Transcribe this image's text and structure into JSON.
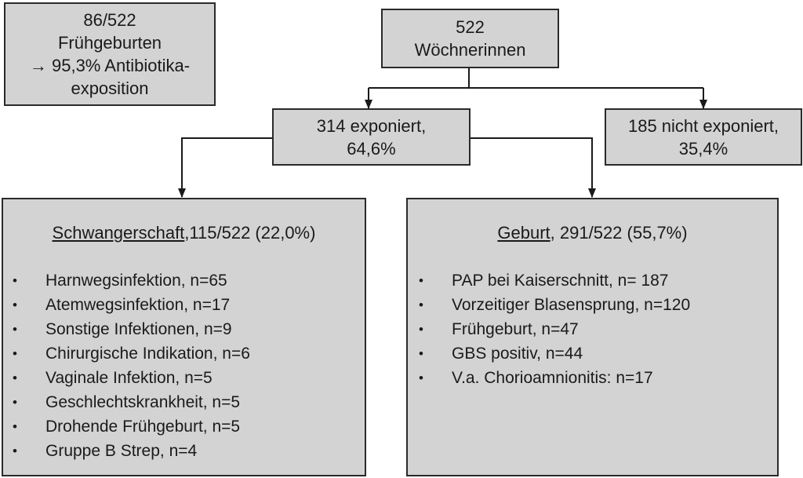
{
  "preterm_box": {
    "line1": "86/522",
    "line2": "Frühgeburten",
    "line3": "→ 95,3% Antibiotika-",
    "line4": "exposition"
  },
  "root_box": {
    "line1": "522",
    "line2": "Wöchnerinnen"
  },
  "exposed_box": {
    "line1": "314 exponiert,",
    "line2": "64,6%"
  },
  "not_exposed_box": {
    "line1": "185 nicht exponiert,",
    "line2": "35,4%"
  },
  "pregnancy_box": {
    "heading_underlined": "Schwangerschaft",
    "heading_rest": ",115/522 (22,0%)",
    "bullet": "•",
    "items": [
      "Harnwegsinfektion, n=65",
      "Atemwegsinfektion, n=17",
      "Sonstige Infektionen, n=9",
      "Chirurgische Indikation, n=6",
      "Vaginale Infektion, n=5",
      "Geschlechtskrankheit, n=5",
      "Drohende Frühgeburt, n=5",
      "Gruppe B Strep, n=4"
    ]
  },
  "birth_box": {
    "heading_underlined": "Geburt",
    "heading_rest": ", 291/522 (55,7%)",
    "bullet": "•",
    "items": [
      "PAP bei Kaiserschnitt, n= 187",
      "Vorzeitiger Blasensprung, n=120",
      "Frühgeburt, n=47",
      "GBS positiv, n=44",
      "V.a. Chorioamnionitis: n=17"
    ]
  },
  "colors": {
    "box_fill": "#d3d3d3",
    "box_border": "#2a2a2a",
    "connector": "#1a1a1a"
  }
}
